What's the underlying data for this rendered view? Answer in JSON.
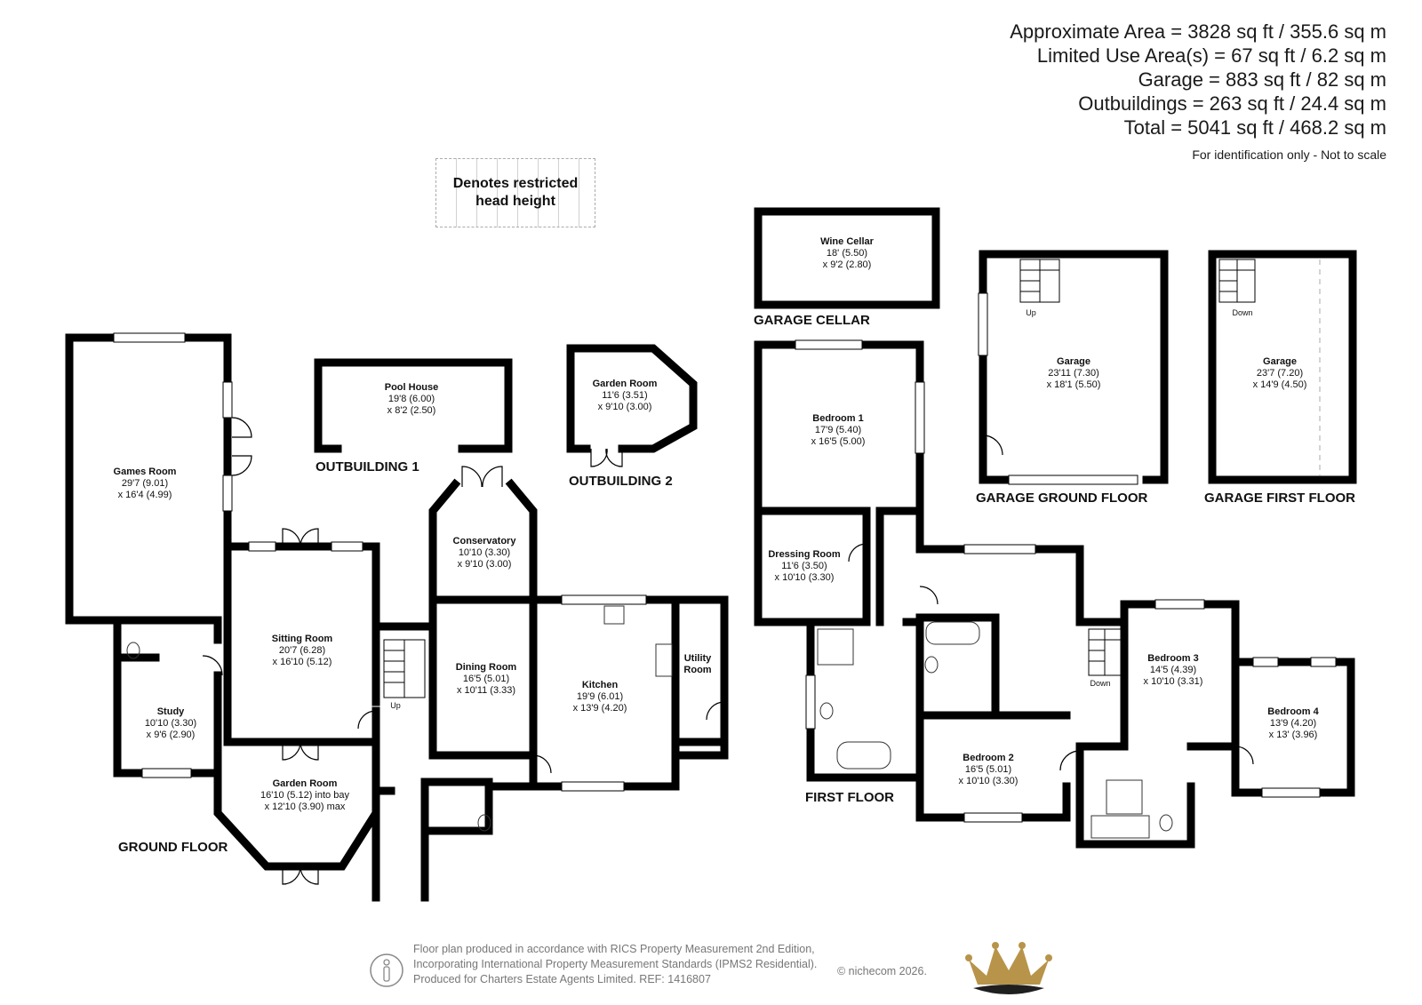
{
  "areas": {
    "approximate": "Approximate Area = 3828 sq ft / 355.6 sq m",
    "limited_use": "Limited Use Area(s) = 67 sq ft / 6.2 sq m",
    "garage": "Garage = 883 sq ft / 82 sq m",
    "outbuildings": "Outbuildings = 263 sq ft / 24.4 sq m",
    "total": "Total = 5041 sq ft / 468.2 sq m",
    "note": "For identification only - Not to scale"
  },
  "restricted": {
    "line1": "Denotes restricted",
    "line2": "head height"
  },
  "labels": {
    "ground_floor": "GROUND FLOOR",
    "first_floor": "FIRST FLOOR",
    "outbuilding1": "OUTBUILDING 1",
    "outbuilding2": "OUTBUILDING 2",
    "garage_cellar": "GARAGE CELLAR",
    "garage_ground": "GARAGE GROUND FLOOR",
    "garage_first": "GARAGE FIRST FLOOR",
    "up": "Up",
    "down": "Down"
  },
  "rooms": {
    "games_room": {
      "name": "Games Room",
      "d1": "29'7 (9.01)",
      "d2": "x 16'4 (4.99)"
    },
    "study": {
      "name": "Study",
      "d1": "10'10 (3.30)",
      "d2": "x 9'6 (2.90)"
    },
    "sitting_room": {
      "name": "Sitting Room",
      "d1": "20'7 (6.28)",
      "d2": "x 16'10 (5.12)"
    },
    "garden_room_ground": {
      "name": "Garden Room",
      "d1": "16'10 (5.12) into bay",
      "d2": "x 12'10 (3.90) max"
    },
    "pool_house": {
      "name": "Pool House",
      "d1": "19'8 (6.00)",
      "d2": "x 8'2 (2.50)"
    },
    "garden_room_out": {
      "name": "Garden Room",
      "d1": "11'6 (3.51)",
      "d2": "x 9'10 (3.00)"
    },
    "conservatory": {
      "name": "Conservatory",
      "d1": "10'10 (3.30)",
      "d2": "x 9'10 (3.00)"
    },
    "dining_room": {
      "name": "Dining Room",
      "d1": "16'5 (5.01)",
      "d2": "x 10'11 (3.33)"
    },
    "kitchen": {
      "name": "Kitchen",
      "d1": "19'9 (6.01)",
      "d2": "x 13'9 (4.20)"
    },
    "utility": {
      "name1": "Utility",
      "name2": "Room"
    },
    "wine_cellar": {
      "name": "Wine Cellar",
      "d1": "18' (5.50)",
      "d2": "x 9'2 (2.80)"
    },
    "bedroom1": {
      "name": "Bedroom 1",
      "d1": "17'9 (5.40)",
      "d2": "x 16'5 (5.00)"
    },
    "dressing_room": {
      "name": "Dressing Room",
      "d1": "11'6 (3.50)",
      "d2": "x 10'10 (3.30)"
    },
    "bedroom2": {
      "name": "Bedroom 2",
      "d1": "16'5 (5.01)",
      "d2": "x 10'10 (3.30)"
    },
    "bedroom3": {
      "name": "Bedroom 3",
      "d1": "14'5 (4.39)",
      "d2": "x 10'10 (3.31)"
    },
    "bedroom4": {
      "name": "Bedroom 4",
      "d1": "13'9 (4.20)",
      "d2": "x 13' (3.96)"
    },
    "garage_ground": {
      "name": "Garage",
      "d1": "23'11 (7.30)",
      "d2": "x 18'1 (5.50)"
    },
    "garage_first": {
      "name": "Garage",
      "d1": "23'7 (7.20)",
      "d2": "x 14'9 (4.50)"
    }
  },
  "footer": {
    "line1": "Floor plan produced in accordance with RICS Property Measurement 2nd Edition,",
    "line2": "Incorporating International Property Measurement Standards (IPMS2 Residential).",
    "line3": "Produced for Charters Estate Agents Limited.   REF: 1416807",
    "copyright": "© nichecom 2026."
  },
  "colors": {
    "wall": "#000000",
    "window": "#ffffff",
    "fixture": "#555555",
    "crown_gold": "#b8944a",
    "crown_dark": "#1f1f1f"
  }
}
